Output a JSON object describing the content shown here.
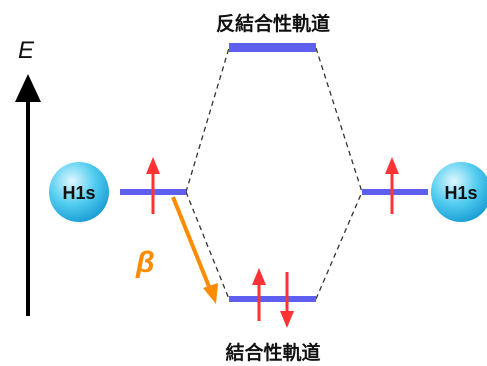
{
  "labels": {
    "antibonding": "反結合性軌道",
    "bonding": "結合性軌道",
    "energy_axis": "E",
    "atom_left": "H1s",
    "atom_right": "H1s",
    "beta": "β"
  },
  "colors": {
    "level": "#5f5fef",
    "spin_arrow": "#ff3333",
    "beta_arrow": "#ff8c00",
    "sphere_light": "#dff7ff",
    "sphere_mid": "#52cdf0",
    "sphere_dark": "#1c9fd6",
    "dashed": "#333333",
    "axis": "#000000"
  },
  "electrons": {
    "left_atom": [
      "up"
    ],
    "right_atom": [
      "up"
    ],
    "bonding": [
      "up",
      "down"
    ],
    "antibonding": []
  }
}
